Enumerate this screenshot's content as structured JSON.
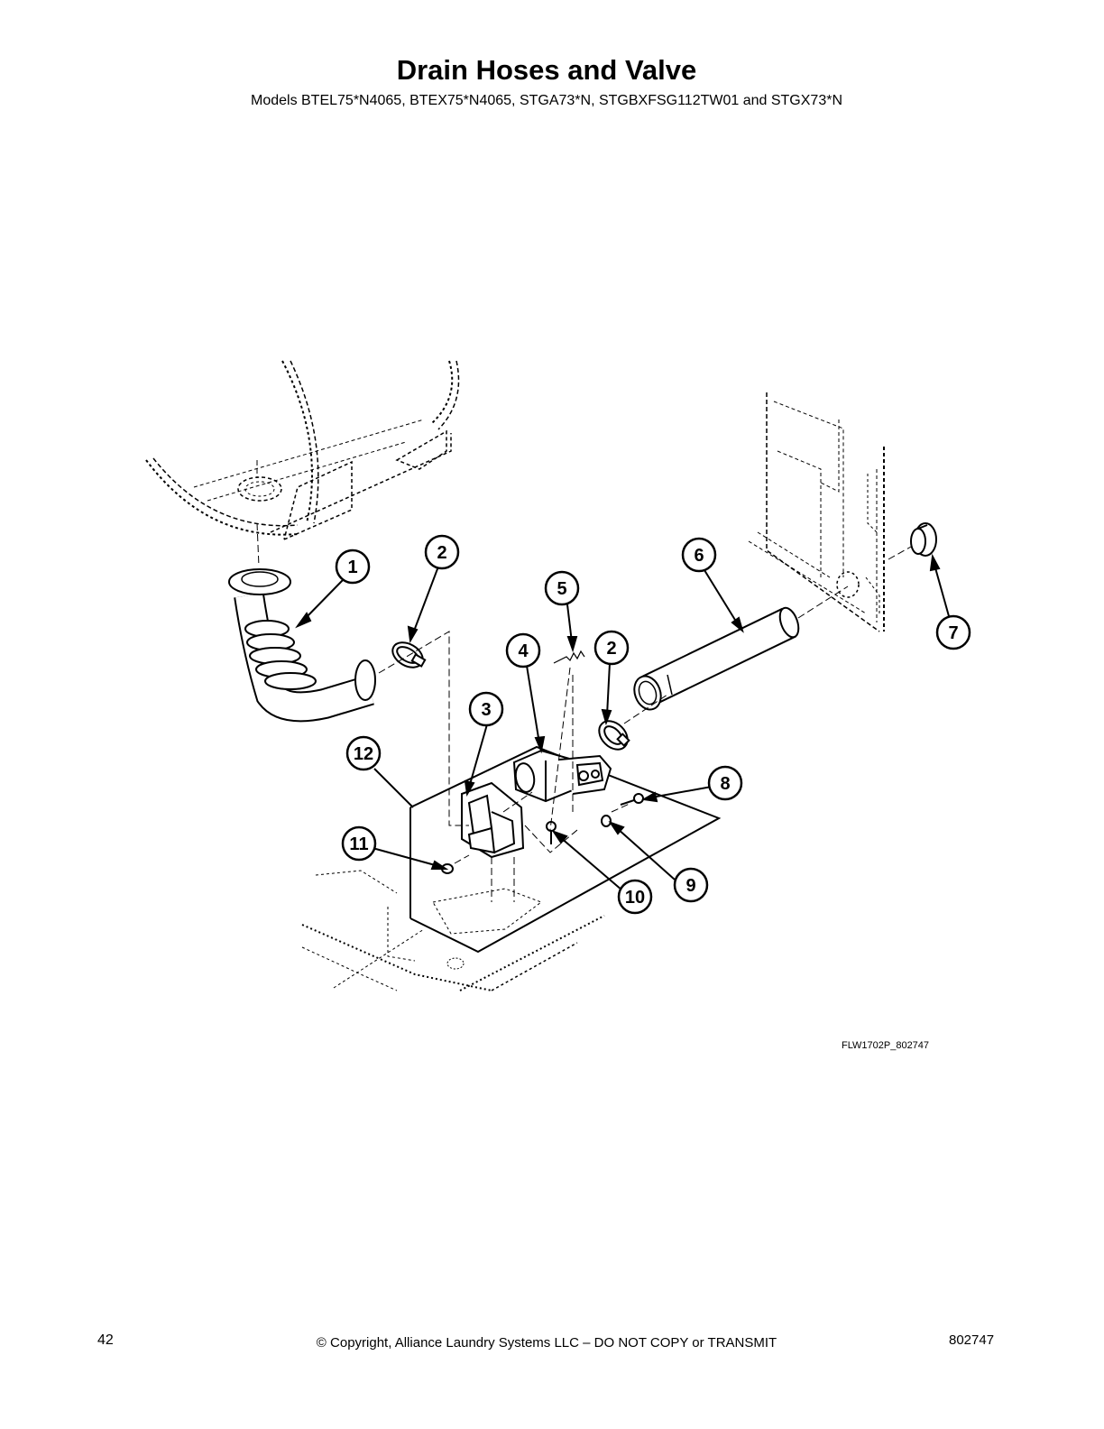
{
  "header": {
    "title": "Drain Hoses and Valve",
    "subtitle": "Models BTEL75*N4065, BTEX75*N4065, STGA73*N, STGBXFSG112TW01 and STGX73*N"
  },
  "diagram": {
    "figure_id": "FLW1702P_802747",
    "callouts": [
      "1",
      "2",
      "3",
      "4",
      "5",
      "2",
      "6",
      "7",
      "8",
      "9",
      "10",
      "11",
      "12"
    ]
  },
  "footer": {
    "page_number": "42",
    "copyright": "© Copyright, Alliance Laundry Systems LLC – DO NOT COPY or TRANSMIT",
    "doc_number": "802747"
  }
}
